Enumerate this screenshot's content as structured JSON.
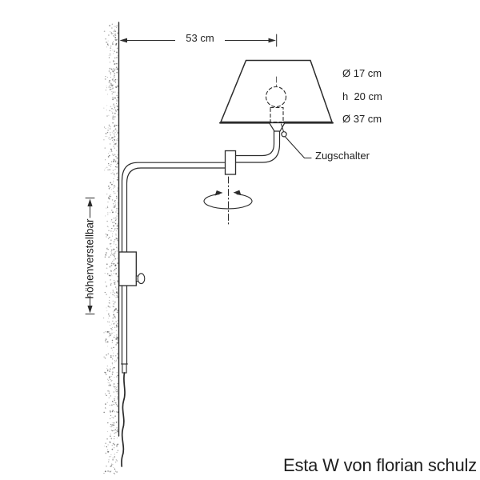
{
  "drawing": {
    "title_caption": "Esta W von florian schulz",
    "arm_dimension": "53 cm",
    "shade": {
      "diameter_top": "Ø 17 cm",
      "height": "h  20 cm",
      "diameter_bottom": "Ø 37 cm"
    },
    "pull_switch_label": "Zugschalter",
    "height_adjust_label": "höhenverstellbar"
  },
  "icons": {
    "wall_texture": "stipple-hatch",
    "rotation_arrow": "circular-rotation-indicator",
    "bulb": "dashed-light-bulb",
    "dimension_arrows": "double-headed"
  },
  "colors": {
    "ink": "#2b2b2b",
    "background": "#ffffff",
    "stipple": "#5f5f5f"
  }
}
